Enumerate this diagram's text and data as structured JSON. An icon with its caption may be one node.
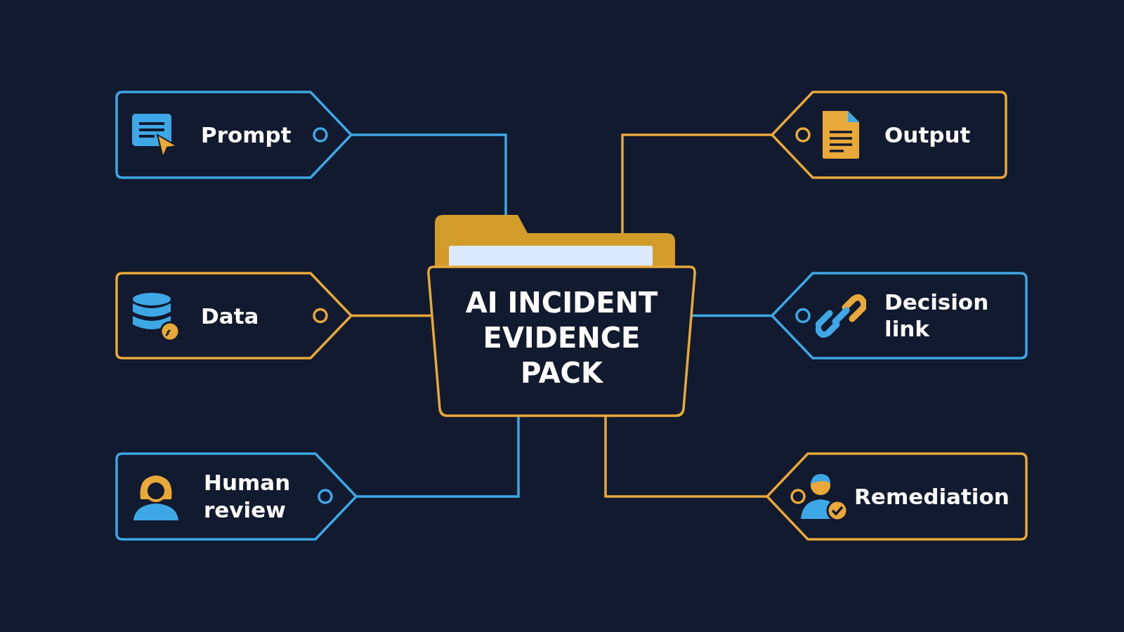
{
  "diagram": {
    "nodes": [
      {
        "text": [
          "AI INCIDENT EVIDENCE PACK"
        ]
      },
      {
        "text": [
          "Prompt"
        ]
      },
      {
        "text": [
          "Data"
        ]
      },
      {
        "text": [
          "Human review"
        ]
      },
      {
        "text": [
          "Output"
        ]
      },
      {
        "text": [
          "Decision link"
        ]
      },
      {
        "text": [
          "Remediation"
        ]
      }
    ],
    "edges": [
      {
        "from": 1,
        "to": 0,
        "arrow": "none",
        "color": "#3ea8e6"
      },
      {
        "from": 2,
        "to": 0,
        "arrow": "none",
        "color": "#e8a93a"
      },
      {
        "from": 3,
        "to": 0,
        "arrow": "none",
        "color": "#3ea8e6"
      },
      {
        "from": 4,
        "to": 0,
        "arrow": "none",
        "color": "#e8a93a"
      },
      {
        "from": 5,
        "to": 0,
        "arrow": "none",
        "color": "#3ea8e6"
      },
      {
        "from": 6,
        "to": 0,
        "arrow": "none",
        "color": "#e8a93a"
      }
    ]
  }
}
